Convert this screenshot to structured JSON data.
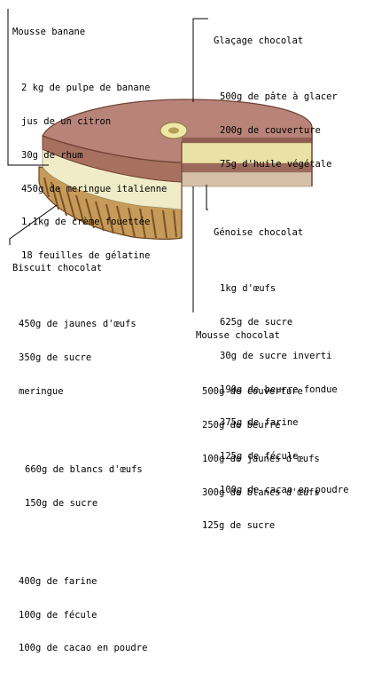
{
  "colors": {
    "glaze": "#b88378",
    "glaze_dark": "#8f5c52",
    "cream": "#f1ecc8",
    "banana": "#e9e1a6",
    "genoise": "#d6c0a8",
    "chocolate_mousse": "#9b6a5d",
    "biscuit": "#c69a58",
    "biscuit_dark": "#7a5227",
    "callout_line": "#000000"
  },
  "labels": {
    "mousse_banane": {
      "title": "Mousse banane",
      "items": [
        "2 kg de pulpe de banane",
        "jus de un citron",
        "30g de rhum",
        "450g de meringue italienne",
        "1,1kg de crème fouettée",
        "18 feuilles de gélatine"
      ]
    },
    "glacage": {
      "title": "Glaçage chocolat",
      "items": [
        "500g de pâte à glacer",
        "200g de couverture",
        "75g d'huile végétale"
      ]
    },
    "genoise": {
      "title": "Génoise chocolat",
      "items": [
        "1kg d'œufs",
        "625g de sucre",
        "30g de sucre inverti",
        "190g de beurre fondue",
        "375g de farine",
        "125g de fécule",
        "100g de cacao en poudre"
      ]
    },
    "biscuit": {
      "title": "Biscuit chocolat",
      "items_top": [
        "450g de jaunes d'œufs",
        "350g de sucre",
        "meringue"
      ],
      "meringue_items": [
        "660g de blancs d'œufs",
        "150g de sucre"
      ],
      "items_after": [
        "400g de farine",
        "100g de fécule",
        "100g de cacao en poudre"
      ]
    },
    "mousse_chocolat": {
      "title": "Mousse chocolat",
      "items": [
        "500g de couverture",
        "250g de beurre",
        "100g de jaunes d'œufs",
        "300g de blancs d'œufs",
        "125g de sucre"
      ]
    }
  }
}
